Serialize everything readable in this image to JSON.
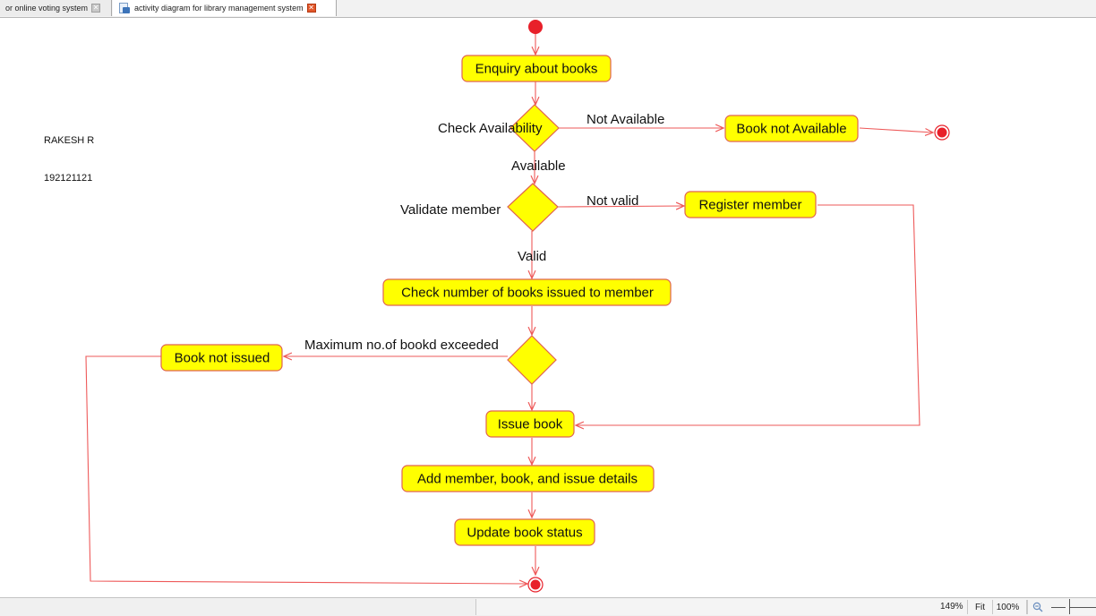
{
  "tabs": [
    {
      "label": "or online voting system",
      "active": false
    },
    {
      "label": "activity diagram for library management system",
      "active": true
    }
  ],
  "author": {
    "name": "RAKESH R",
    "id": "192121121"
  },
  "diagram": {
    "actions": {
      "enquiry": "Enquiry about books",
      "book_not_available": "Book not Available",
      "register_member": "Register member",
      "check_number": "Check number of books issued to member",
      "book_not_issued": "Book not issued",
      "issue_book": "Issue book",
      "add_details": "Add member, book, and issue details",
      "update_status": "Update book status"
    },
    "decisions": {
      "check_availability": "Check Availability",
      "validate_member": "Validate member"
    },
    "guards": {
      "not_available": "Not Available",
      "available": "Available",
      "not_valid": "Not valid",
      "valid": "Valid",
      "max_exceeded": "Maximum no.of bookd exceeded"
    },
    "colors": {
      "action_fill": "#ffff00",
      "action_stroke": "#e0634f",
      "flow": "#ee5a5a",
      "node": "#e8202a"
    }
  },
  "statusbar": {
    "zoom_level": "149%",
    "fit_label": "Fit",
    "zoom_100_label": "100%",
    "zoom_out_icon": "magnifier-minus-icon"
  }
}
